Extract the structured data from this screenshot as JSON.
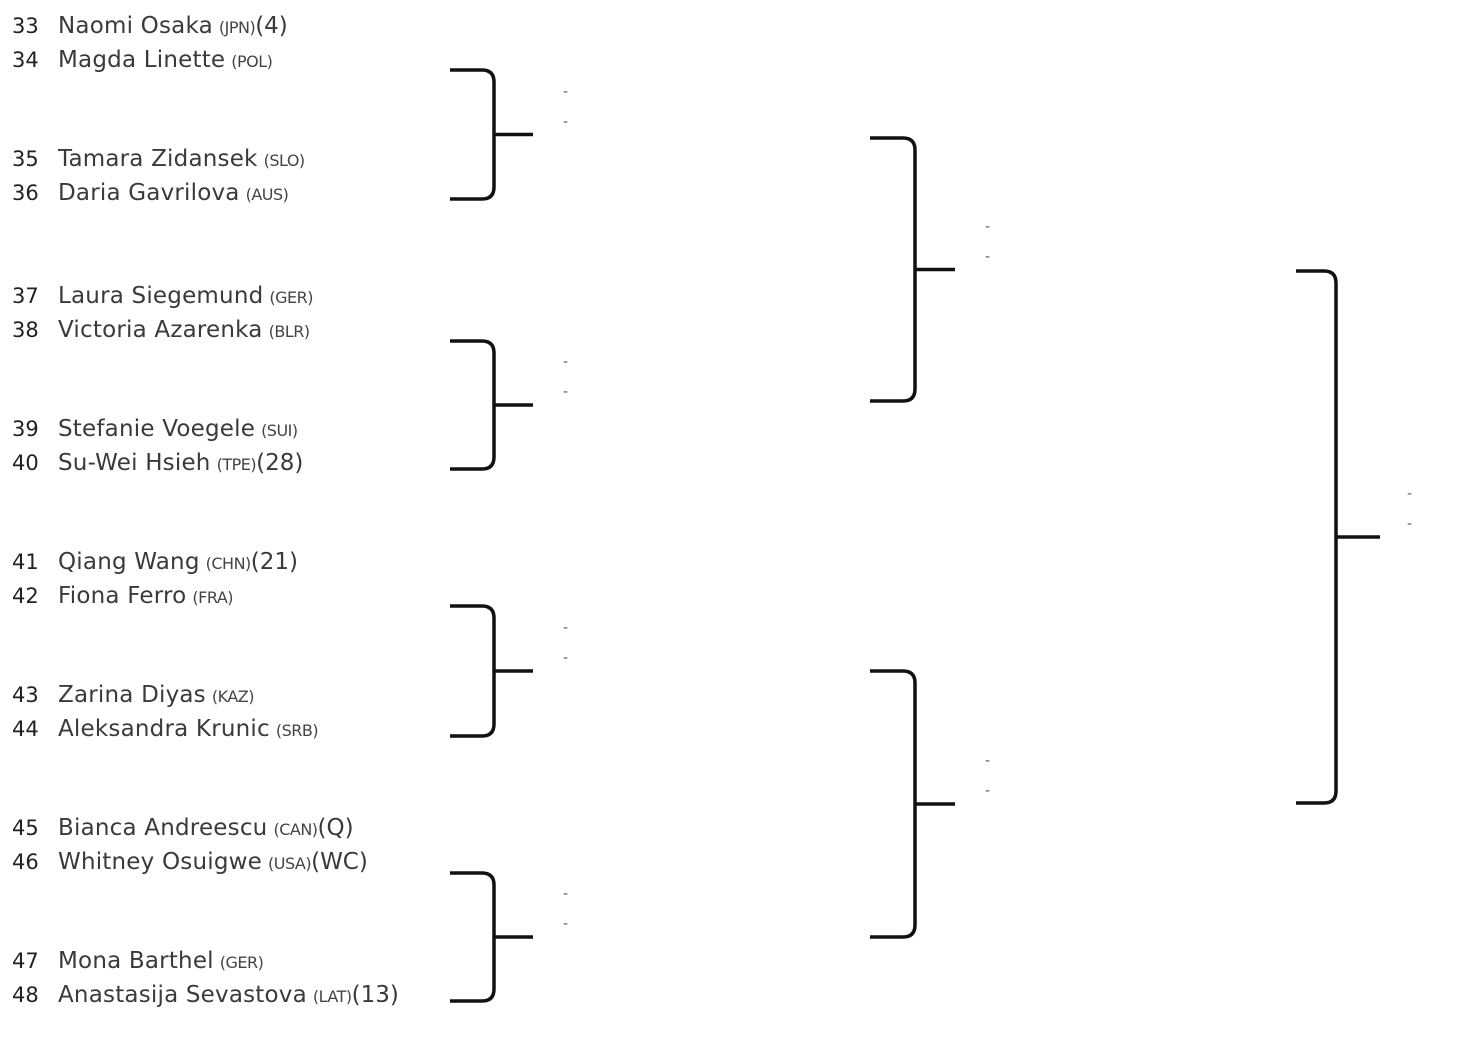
{
  "players": [
    {
      "num": "33",
      "name": "Naomi Osaka",
      "country": "(JPN)",
      "seed": "(4)"
    },
    {
      "num": "34",
      "name": "Magda Linette",
      "country": "(POL)",
      "seed": ""
    },
    {
      "num": "35",
      "name": "Tamara Zidansek",
      "country": "(SLO)",
      "seed": ""
    },
    {
      "num": "36",
      "name": "Daria Gavrilova",
      "country": "(AUS)",
      "seed": ""
    },
    {
      "num": "37",
      "name": "Laura Siegemund",
      "country": "(GER)",
      "seed": ""
    },
    {
      "num": "38",
      "name": "Victoria Azarenka",
      "country": "(BLR)",
      "seed": ""
    },
    {
      "num": "39",
      "name": "Stefanie Voegele",
      "country": "(SUI)",
      "seed": ""
    },
    {
      "num": "40",
      "name": "Su-Wei Hsieh",
      "country": "(TPE)",
      "seed": "(28)"
    },
    {
      "num": "41",
      "name": "Qiang Wang",
      "country": "(CHN)",
      "seed": "(21)"
    },
    {
      "num": "42",
      "name": "Fiona Ferro",
      "country": "(FRA)",
      "seed": ""
    },
    {
      "num": "43",
      "name": "Zarina Diyas",
      "country": "(KAZ)",
      "seed": ""
    },
    {
      "num": "44",
      "name": "Aleksandra Krunic",
      "country": "(SRB)",
      "seed": ""
    },
    {
      "num": "45",
      "name": "Bianca Andreescu",
      "country": "(CAN)",
      "seed": "(Q)"
    },
    {
      "num": "46",
      "name": "Whitney Osuigwe",
      "country": "(USA)",
      "seed": "(WC)"
    },
    {
      "num": "47",
      "name": "Mona Barthel",
      "country": "(GER)",
      "seed": ""
    },
    {
      "num": "48",
      "name": "Anastasija Sevastova",
      "country": "(LAT)",
      "seed": "(13)"
    }
  ],
  "rounds": [
    {
      "matches": [
        {
          "scores": [
            "-",
            "-"
          ]
        },
        {
          "scores": [
            "-",
            "-"
          ]
        },
        {
          "scores": [
            "-",
            "-"
          ]
        },
        {
          "scores": [
            "-",
            "-"
          ]
        }
      ]
    },
    {
      "matches": [
        {
          "scores": [
            "-",
            "-"
          ]
        },
        {
          "scores": [
            "-",
            "-"
          ]
        }
      ]
    },
    {
      "matches": [
        {
          "scores": [
            "-",
            "-"
          ]
        }
      ]
    }
  ]
}
